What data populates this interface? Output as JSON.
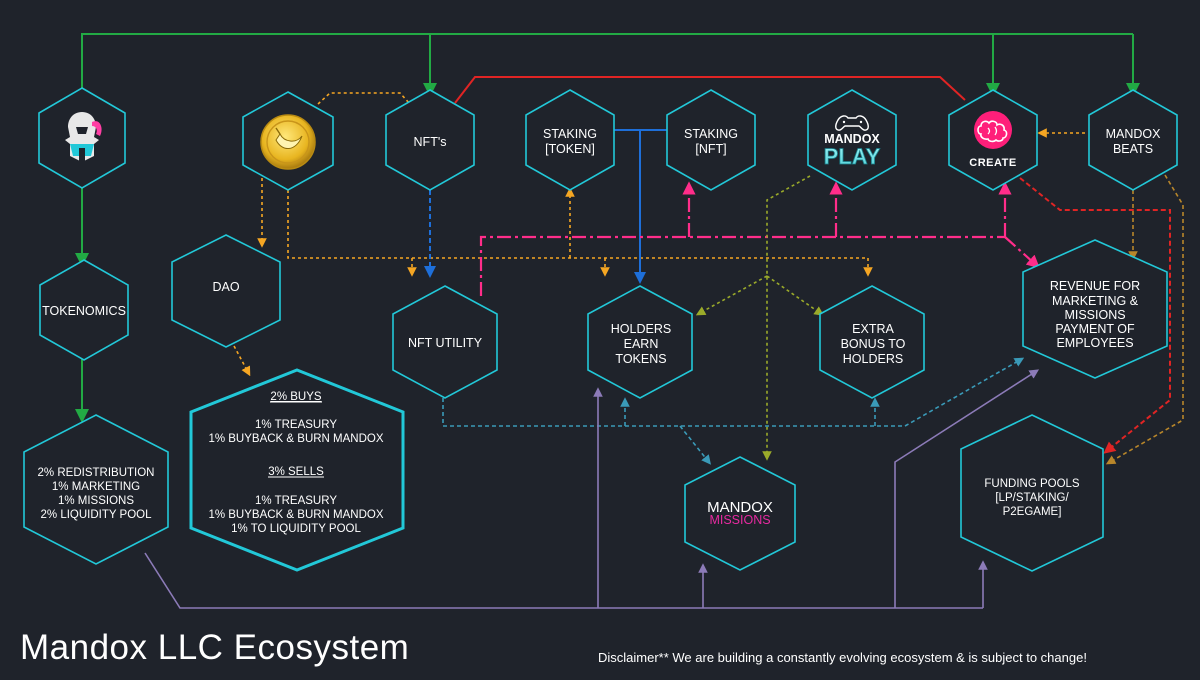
{
  "title": "Mandox LLC Ecosystem",
  "disclaimer": "Disclaimer** We are building a  constantly evolving ecosystem & is subject to change!",
  "colors": {
    "background": "#1f232b",
    "hexagon_border": "#22c8d8",
    "green_flow": "#22aa44",
    "red_flow": "#e02424",
    "pink_flow": "#ff2d8a",
    "orange_flow": "#f5a623",
    "blue_flow": "#1e6fd9",
    "purple_flow": "#8c7bb8"
  },
  "nodes": {
    "mandox_logo": {
      "icon": "mandox-warrior-logo-icon"
    },
    "coin": {
      "icon": "banana-coin-icon"
    },
    "nfts": {
      "label": "NFT's"
    },
    "staking_token": {
      "line1": "STAKING",
      "line2": "[TOKEN]"
    },
    "staking_nft": {
      "line1": "STAKING",
      "line2": "[NFT]"
    },
    "mandox_play": {
      "line1": "MANDOX",
      "line2": "PLAY",
      "icon": "gamepad-icon"
    },
    "create": {
      "label": "CREATE",
      "icon": "brain-icon"
    },
    "mandox_beats": {
      "line1": "MANDOX",
      "line2": "BEATS"
    },
    "tokenomics": {
      "label": "TOKENOMICS"
    },
    "dao": {
      "label": "DAO"
    },
    "nft_utility": {
      "label": "NFT UTILITY"
    },
    "holders_earn": {
      "line1": "HOLDERS",
      "line2": "EARN",
      "line3": "TOKENS"
    },
    "extra_bonus": {
      "line1": "EXTRA",
      "line2": "BONUS TO",
      "line3": "HOLDERS"
    },
    "revenue": {
      "line1": "REVENUE FOR",
      "line2": "MARKETING &",
      "line3": "MISSIONS",
      "line4": "PAYMENT OF",
      "line5": "EMPLOYEES"
    },
    "distribution": {
      "line1": "2% REDISTRIBUTION",
      "line2": "1% MARKETING",
      "line3": "1% MISSIONS",
      "line4": "2% LIQUIDITY POOL"
    },
    "fees": {
      "buys_heading": "2% BUYS",
      "buys_line1": "1% TREASURY",
      "buys_line2": "1% BUYBACK & BURN MANDOX",
      "sells_heading": "3% SELLS",
      "sells_line1": "1% TREASURY",
      "sells_line2": "1% BUYBACK & BURN MANDOX",
      "sells_line3": "1% TO LIQUIDITY POOL"
    },
    "mandox_missions": {
      "line1": "MANDOX",
      "line2": "MISSIONS"
    },
    "funding_pools": {
      "line1": "FUNDING POOLS",
      "line2": "[LP/STAKING/",
      "line3": "P2EGAME]"
    }
  }
}
